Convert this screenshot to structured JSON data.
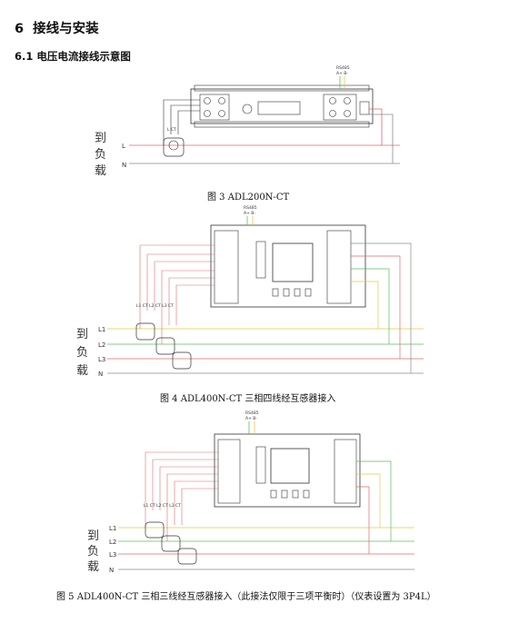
{
  "heading": {
    "number": "6",
    "title": "接线与安装"
  },
  "subheading": {
    "number": "6.1",
    "title": "电压电流接线示意图"
  },
  "load_label": [
    "到",
    "负",
    "载"
  ],
  "figures": [
    {
      "caption": "图 3    ADL200N-CT",
      "bus_label": "RS485",
      "bus_pins": "A+  B-",
      "line_labels": [
        "L",
        "N"
      ],
      "terminal_labels": "L    CT"
    },
    {
      "caption": "图 4    ADL400N-CT  三相四线经互感器接入",
      "bus_label": "RS485",
      "bus_pins": "A+  B-",
      "line_labels": [
        "L1",
        "L2",
        "L3",
        "N"
      ],
      "terminal_labels": "L1  CT  L2  CT  L3  CT"
    },
    {
      "caption": "图 5    ADL400N-CT  三相三线经互感器接入（此接法仅限于三项平衡时）（仪表设置为 3P4L）",
      "bus_label": "RS485",
      "bus_pins": "A+  B-",
      "line_labels": [
        "L1",
        "L2",
        "L3",
        "N"
      ],
      "terminal_labels": "L1  CT  L2  CT  L3  CT"
    }
  ],
  "colors": {
    "line": "#e06a6a",
    "neutral": "#8c8c8c",
    "green": "#5cbf5c",
    "yellow": "#e8c84a",
    "dark": "#333333"
  }
}
